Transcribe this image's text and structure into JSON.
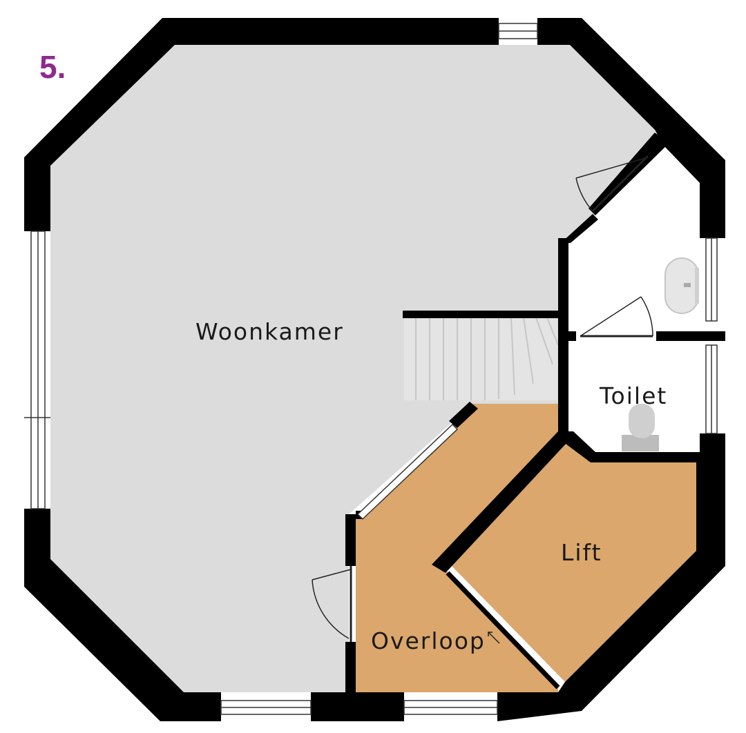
{
  "floor": {
    "number": "5.",
    "number_color": "#8e2a8e"
  },
  "rooms": {
    "woonkamer": "Woonkamer",
    "toilet": "Toilet",
    "lift": "Lift",
    "overloop": "Overloop"
  },
  "colors": {
    "wall": "#000000",
    "floor_living": "#dcdcdc",
    "floor_landing": "#dba76c",
    "floor_wet": "#ffffff"
  }
}
